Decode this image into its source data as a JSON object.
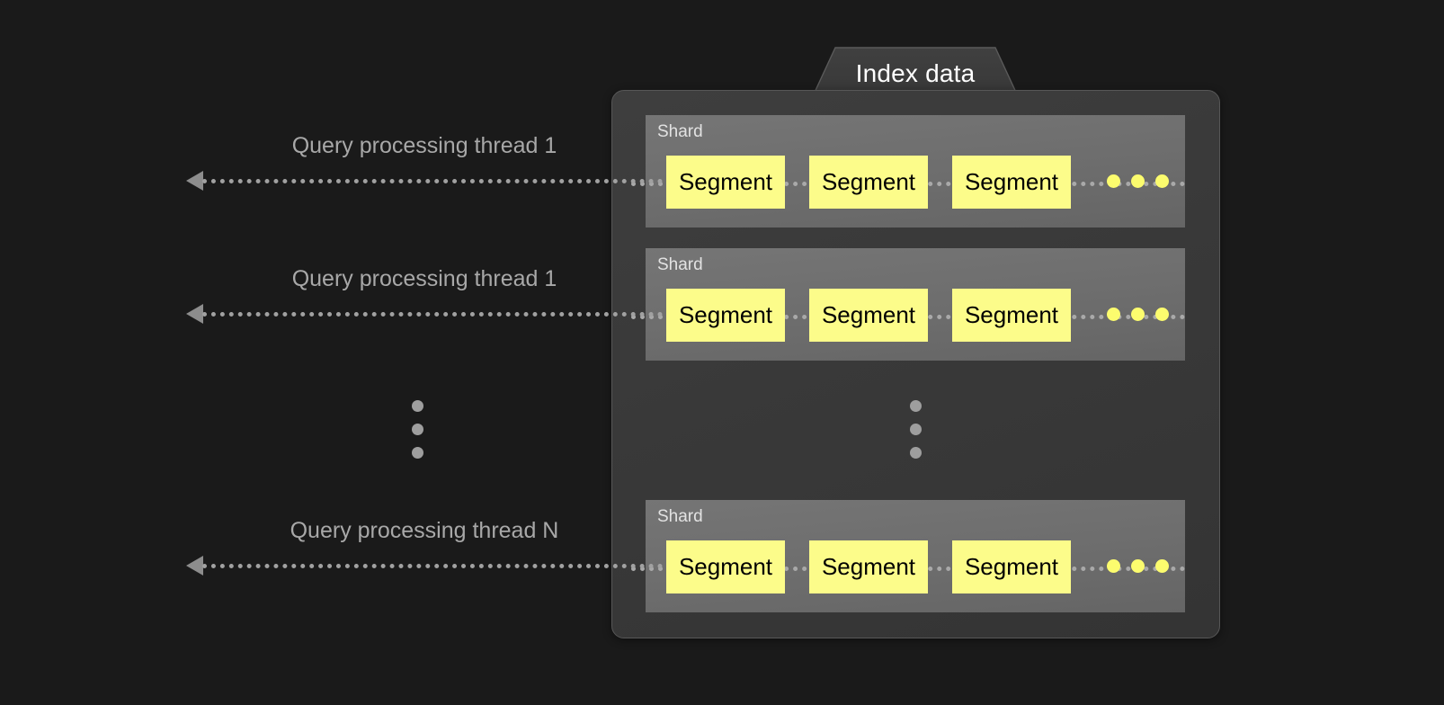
{
  "background_color": "#1a1a1a",
  "colors": {
    "panel": "#3a3a3a",
    "shard": "#6e6e6e",
    "segment": "#fcfc8a",
    "segment_text": "#000000",
    "arrow": "#a1a1a1",
    "label_text": "#a8a8a8",
    "title_text": "#ffffff",
    "ellipsis_dot": "#9e9e9e",
    "yellow_dot": "#fcfc6e"
  },
  "index_panel": {
    "tab_title": "Index data",
    "shards": [
      {
        "label": "Shard",
        "segments": [
          "Segment",
          "Segment",
          "Segment"
        ],
        "trailing_dots": 3
      },
      {
        "label": "Shard",
        "segments": [
          "Segment",
          "Segment",
          "Segment"
        ],
        "trailing_dots": 3
      },
      {
        "label": "Shard",
        "segments": [
          "Segment",
          "Segment",
          "Segment"
        ],
        "trailing_dots": 3
      }
    ],
    "vertical_ellipsis_dots": 3
  },
  "threads": [
    {
      "label": "Query processing thread 1"
    },
    {
      "label": "Query processing thread 1"
    },
    {
      "label": "Query processing thread N"
    }
  ],
  "left_ellipsis_dots": 3
}
